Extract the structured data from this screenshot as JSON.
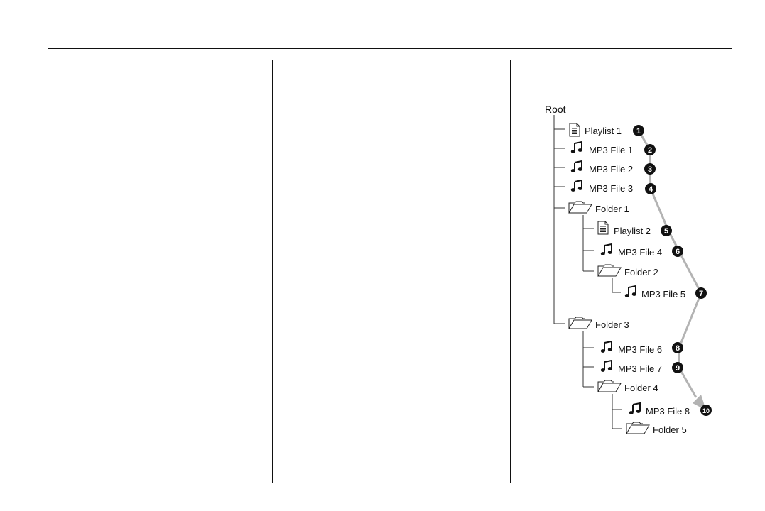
{
  "tree": {
    "root_label": "Root",
    "items": [
      {
        "id": "playlist-1",
        "type": "playlist",
        "label": "Playlist 1",
        "order": "1"
      },
      {
        "id": "mp3-file-1",
        "type": "file",
        "label": "MP3 File 1",
        "order": "2"
      },
      {
        "id": "mp3-file-2",
        "type": "file",
        "label": "MP3 File 2",
        "order": "3"
      },
      {
        "id": "mp3-file-3",
        "type": "file",
        "label": "MP3 File 3",
        "order": "4"
      },
      {
        "id": "folder-1",
        "type": "folder",
        "label": "Folder 1",
        "order": ""
      },
      {
        "id": "playlist-2",
        "type": "playlist",
        "label": "Playlist 2",
        "order": "5"
      },
      {
        "id": "mp3-file-4",
        "type": "file",
        "label": "MP3 File 4",
        "order": "6"
      },
      {
        "id": "folder-2",
        "type": "folder",
        "label": "Folder 2",
        "order": ""
      },
      {
        "id": "mp3-file-5",
        "type": "file",
        "label": "MP3 File 5",
        "order": "7"
      },
      {
        "id": "folder-3",
        "type": "folder",
        "label": "Folder 3",
        "order": ""
      },
      {
        "id": "mp3-file-6",
        "type": "file",
        "label": "MP3 File 6",
        "order": "8"
      },
      {
        "id": "mp3-file-7",
        "type": "file",
        "label": "MP3 File 7",
        "order": "9"
      },
      {
        "id": "folder-4",
        "type": "folder",
        "label": "Folder 4",
        "order": ""
      },
      {
        "id": "mp3-file-8",
        "type": "file",
        "label": "MP3 File 8",
        "order": "10"
      },
      {
        "id": "folder-5",
        "type": "folder",
        "label": "Folder 5",
        "order": ""
      }
    ]
  }
}
